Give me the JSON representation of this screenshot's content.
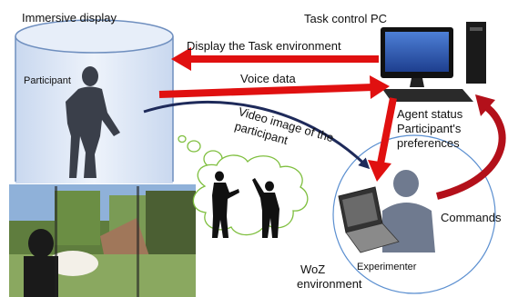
{
  "labels": {
    "immersive_display": "Immersive display",
    "participant": "Participant",
    "task_control_pc": "Task control PC",
    "display_task_env": "Display the Task environment",
    "voice_data": "Voice data",
    "video_image_line1": "Video image of the",
    "video_image_line2": "participant",
    "agent_status": "Agent status",
    "participant_prefs_line1": "Participant's",
    "participant_prefs_line2": "preferences",
    "commands": "Commands",
    "experimenter": "Experimenter",
    "woz_line1": "WoZ",
    "woz_line2": "environment"
  },
  "colors": {
    "arrow_red": "#e01010",
    "arrow_navy": "#1e2a5a",
    "arrow_darkred": "#b3101a",
    "cylinder_fill": "#dfe9f6",
    "cylinder_stroke": "#6f8fbf",
    "woz_circle": "#5b8fd0",
    "silhouette": "#3a3f4a"
  },
  "icons": {
    "pc": "desktop-computer-icon",
    "laptop": "laptop-icon",
    "person": "person-silhouette-icon"
  }
}
